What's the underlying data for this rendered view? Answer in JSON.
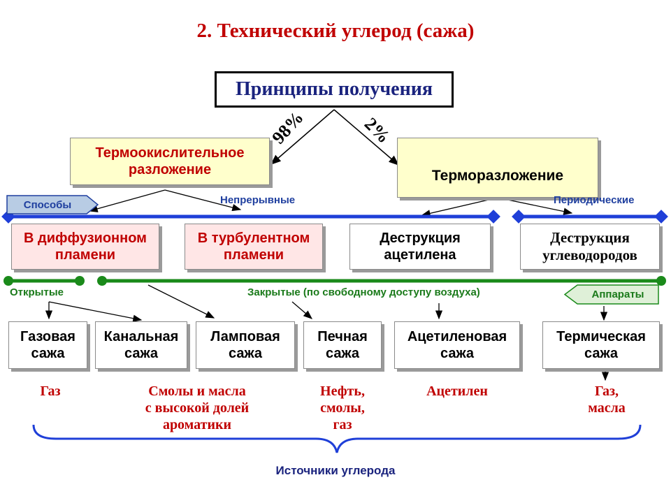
{
  "title": "2. Технический углерод (сажа)",
  "principles": "Принципы получения",
  "pct_left": "98%",
  "pct_right": "2%",
  "branch_left": [
    "Термоокислительное",
    "разложение"
  ],
  "branch_right": "Терморазложение",
  "methods_tag": "Способы",
  "continuous_label": "Непрерывные",
  "periodic_label": "Периодические",
  "methods": [
    [
      "В диффузионном",
      "пламени"
    ],
    [
      "В турбулентном",
      "пламени"
    ],
    [
      "Деструкция",
      "ацетилена"
    ],
    [
      "Деструкция",
      "углеводородов"
    ]
  ],
  "open_label": "Открытые",
  "closed_label": "Закрытые (по свободному доступу воздуха)",
  "apparatus_tag": "Аппараты",
  "products": [
    [
      "Газовая",
      "сажа"
    ],
    [
      "Канальная",
      "сажа"
    ],
    [
      "Ламповая",
      "сажа"
    ],
    [
      "Печная",
      "сажа"
    ],
    [
      "Ацетиленовая",
      "сажа"
    ],
    [
      "Термическая",
      "сажа"
    ]
  ],
  "sources": [
    [
      "Газ"
    ],
    [
      "Смолы и масла",
      "с высокой долей",
      "ароматики"
    ],
    [
      "Нефть,",
      "смолы,",
      "газ"
    ],
    [
      "Ацетилен"
    ],
    [
      "Газ,",
      "масла"
    ]
  ],
  "carbon_sources": "Источники углерода",
  "colors": {
    "title": "#c00000",
    "blue_line": "#1f3fd8",
    "green_line": "#1a8a1a",
    "box_fill_yellow": "#ffffcc",
    "box_fill_pink": "#ffe6e6"
  }
}
